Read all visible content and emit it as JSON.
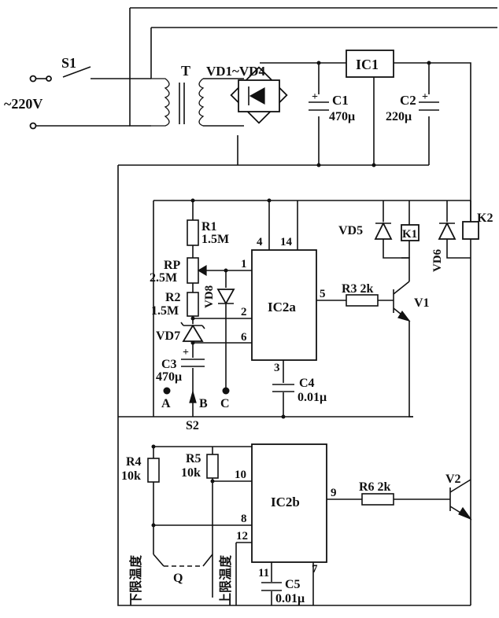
{
  "components": {
    "S1": "S1",
    "source": "~220V",
    "T": "T",
    "bridge": "VD1~VD4",
    "IC1": "IC1",
    "C1": "C1",
    "C1_plus": "+",
    "C1_val": "470μ",
    "C2": "C2",
    "C2_plus": "+",
    "C2_val": "220μ",
    "R1": "R1",
    "R1_val": "1.5M",
    "RP": "RP",
    "RP_val": "2.5M",
    "R2": "R2",
    "R2_val": "1.5M",
    "VD8": "VD8",
    "VD7": "VD7",
    "C3": "C3",
    "C3_plus": "+",
    "C3_val": "470μ",
    "A": "A",
    "B": "B",
    "C": "C",
    "S2": "S2",
    "IC2a": "IC2a",
    "C4": "C4",
    "C4_val": "0.01μ",
    "R3": "R3 2k",
    "V1": "V1",
    "VD5": "VD5",
    "K1": "K1",
    "VD6": "VD6",
    "K2": "K2",
    "R4": "R4",
    "R4_val": "10k",
    "R5": "R5",
    "R5_val": "10k",
    "IC2b": "IC2b",
    "R6": "R6 2k",
    "V2": "V2",
    "C5": "C5",
    "C5_val": "0.01μ",
    "lower_temp": "下限温度",
    "upper_temp": "上限温度",
    "Q": "Q"
  },
  "pins": {
    "p4": "4",
    "p14": "14",
    "p1": "1",
    "p2": "2",
    "p6": "6",
    "p5": "5",
    "p3": "3",
    "p10": "10",
    "p8": "8",
    "p12": "12",
    "p9": "9",
    "p11": "11",
    "p7": "7"
  }
}
